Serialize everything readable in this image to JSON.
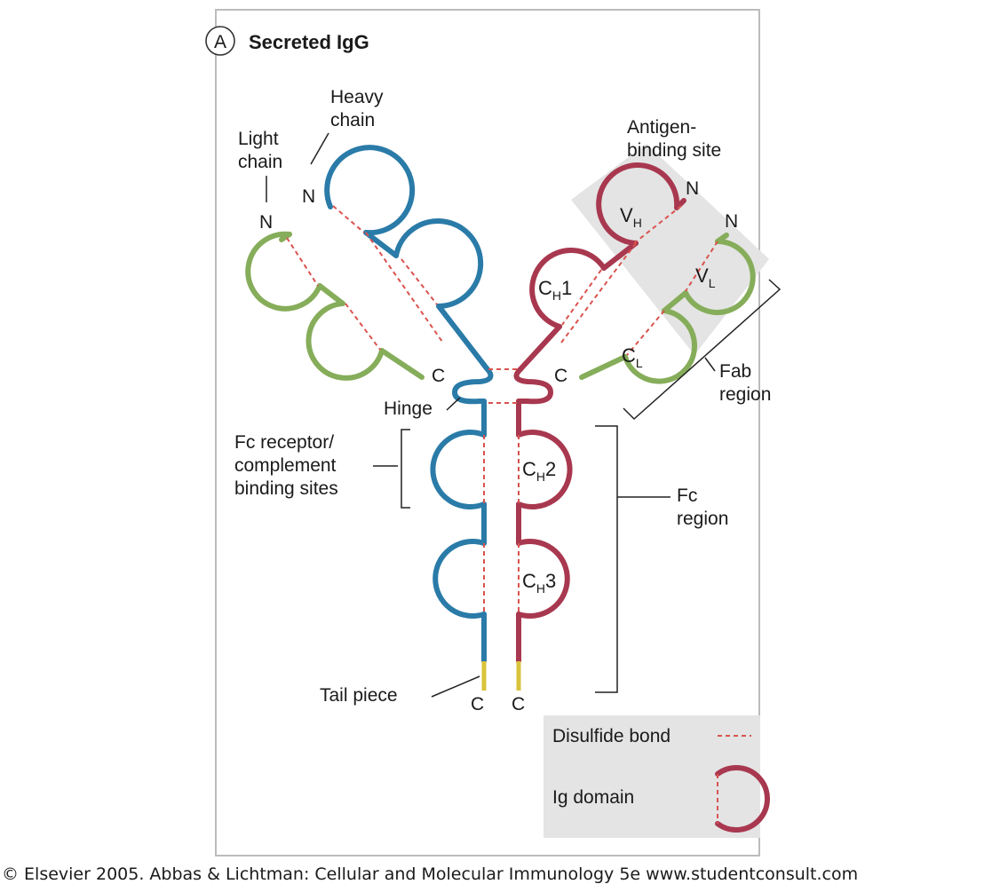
{
  "panel_letter": "A",
  "title": "Secreted IgG",
  "labels": {
    "heavy_chain_1": "Heavy",
    "heavy_chain_2": "chain",
    "light_chain_1": "Light",
    "light_chain_2": "chain",
    "antigen_site_1": "Antigen-",
    "antigen_site_2": "binding site",
    "n_terminus": "N",
    "c_terminus": "C",
    "hinge": "Hinge",
    "fc_receptor_1": "Fc receptor/",
    "fc_receptor_2": "complement",
    "fc_receptor_3": "binding sites",
    "fc_region_1": "Fc",
    "fc_region_2": "region",
    "fab_region_1": "Fab",
    "fab_region_2": "region",
    "tail_piece": "Tail piece"
  },
  "domains": {
    "vh_main": "V",
    "vh_sub": "H",
    "vl_main": "V",
    "vl_sub": "L",
    "ch1_main": "C",
    "ch1_sub": "H",
    "ch1_suffix": "1",
    "cl_main": "C",
    "cl_sub": "L",
    "ch2_main": "C",
    "ch2_sub": "H",
    "ch2_suffix": "2",
    "ch3_main": "C",
    "ch3_sub": "H",
    "ch3_suffix": "3"
  },
  "legend": {
    "disulfide": "Disulfide bond",
    "ig_domain": "Ig domain"
  },
  "footer": "© Elsevier 2005. Abbas & Lichtman: Cellular and Molecular Immunology 5e www.studentconsult.com",
  "colors": {
    "heavy_chain_left": "#2a7ba8",
    "heavy_chain_right": "#a8384f",
    "light_chain": "#86ad5a",
    "disulfide": "#d9534f",
    "shade": "#e4e4e4",
    "tail": "#d9c33a"
  }
}
